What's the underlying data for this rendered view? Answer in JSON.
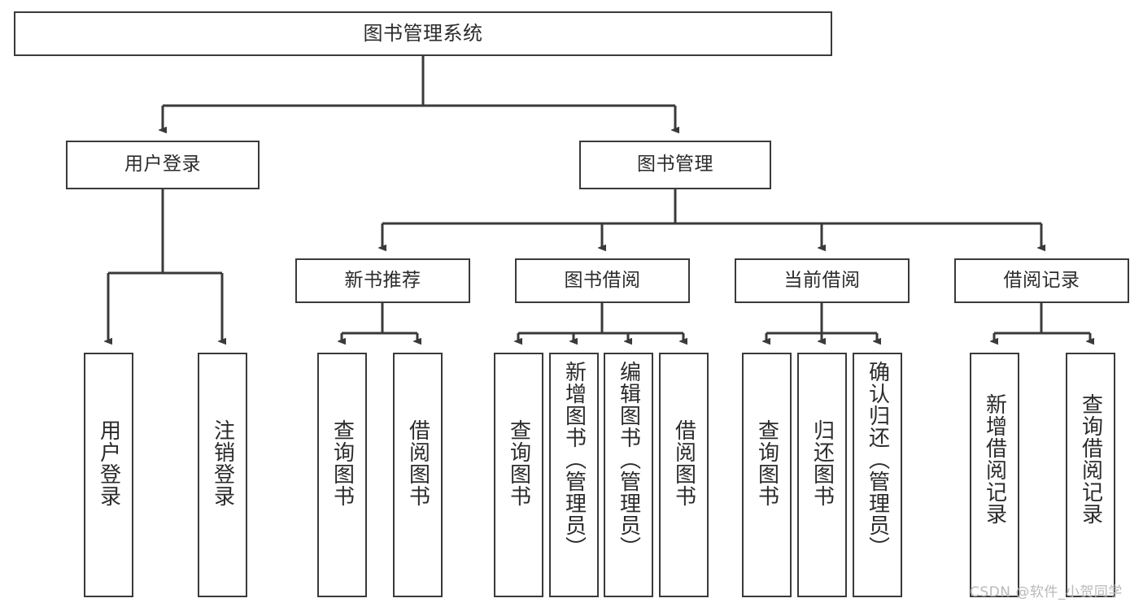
{
  "diagram": {
    "title": "图书管理系统",
    "type": "hierarchy-tree",
    "root": {
      "label": "图书管理系统"
    },
    "level2": [
      {
        "label": "用户登录"
      },
      {
        "label": "图书管理"
      }
    ],
    "level3": [
      {
        "label": "新书推荐"
      },
      {
        "label": "图书借阅"
      },
      {
        "label": "当前借阅"
      },
      {
        "label": "借阅记录"
      }
    ],
    "leaves": [
      {
        "label": "用户登录",
        "parent": "用户登录"
      },
      {
        "label": "注销登录",
        "parent": "用户登录"
      },
      {
        "label": "查询图书",
        "parent": "新书推荐"
      },
      {
        "label": "借阅图书",
        "parent": "新书推荐"
      },
      {
        "label": "查询图书",
        "parent": "图书借阅"
      },
      {
        "label": "新增图书（管理员）",
        "parent": "图书借阅"
      },
      {
        "label": "编辑图书（管理员）",
        "parent": "图书借阅"
      },
      {
        "label": "借阅图书",
        "parent": "图书借阅"
      },
      {
        "label": "查询图书",
        "parent": "当前借阅"
      },
      {
        "label": "归还图书",
        "parent": "当前借阅"
      },
      {
        "label": "确认归还（管理员）",
        "parent": "当前借阅"
      },
      {
        "label": "新增借阅记录",
        "parent": "借阅记录"
      },
      {
        "label": "查询借阅记录",
        "parent": "借阅记录"
      }
    ]
  },
  "watermark": {
    "text": "CSDN @软件_小贺同学",
    "color": "#b9b9b9"
  },
  "style": {
    "stroke": "#3a3a3a",
    "text": "#2b2b2b",
    "background": "#ffffff"
  }
}
